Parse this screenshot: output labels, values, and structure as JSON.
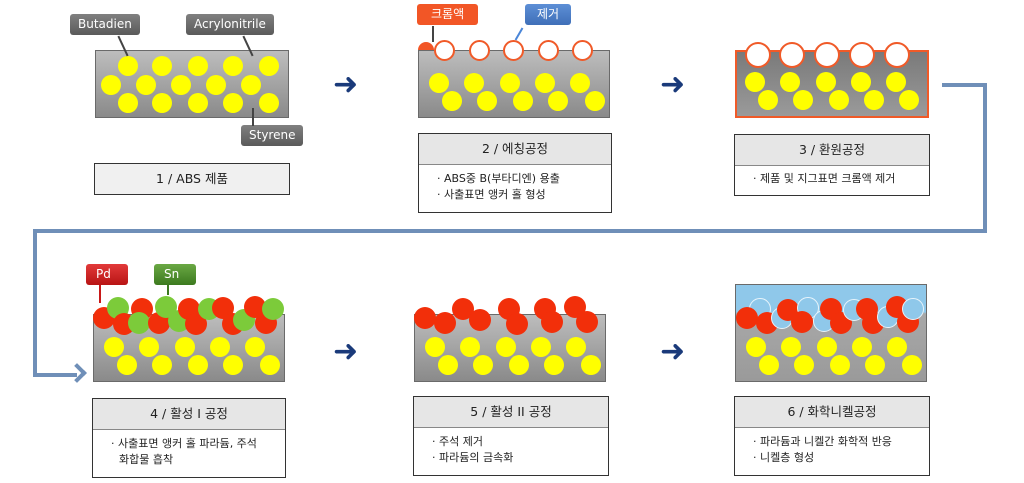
{
  "diagram": {
    "title": "ABS chrome/nickel plating process",
    "colors": {
      "butadiene": "#ffff00",
      "pd": "#f22f0a",
      "sn": "#7ccb3a",
      "nickel": "#8fc8ea",
      "chrome_solution": "#f25626",
      "connector": "#6f8fb8",
      "arrow": "#1a3a7a"
    },
    "steps": [
      {
        "number": "1",
        "title": "1 / ABS 제품",
        "bullets": [],
        "labels": [
          "Butadien",
          "Acrylonitrile",
          "Styrene"
        ]
      },
      {
        "number": "2",
        "title": "2 / 에칭공정",
        "bullets": [
          "ABS중 B(부타디엔) 용출",
          "사출표면 앵커 홀 형성"
        ],
        "labels": [
          "크롬액",
          "제거"
        ]
      },
      {
        "number": "3",
        "title": "3 / 환원공정",
        "bullets": [
          "제품 및 지그표면 크롬액 제거"
        ],
        "labels": []
      },
      {
        "number": "4",
        "title": "4 / 활성 I 공정",
        "bullets": [
          "사출표면 앵커 홀 파라듐, 주석",
          "화합물 흡착"
        ],
        "labels": [
          "Pd",
          "Sn"
        ]
      },
      {
        "number": "5",
        "title": "5 / 활성 II 공정",
        "bullets": [
          "주석 제거",
          "파라듐의 금속화"
        ],
        "labels": []
      },
      {
        "number": "6",
        "title": "6 / 화학니켈공정",
        "bullets": [
          "파라듐과 니켈간 화학적 반응",
          "니켈층 형성"
        ],
        "labels": []
      }
    ],
    "bullet_glyph": "·",
    "arrow_glyph": "➜"
  }
}
